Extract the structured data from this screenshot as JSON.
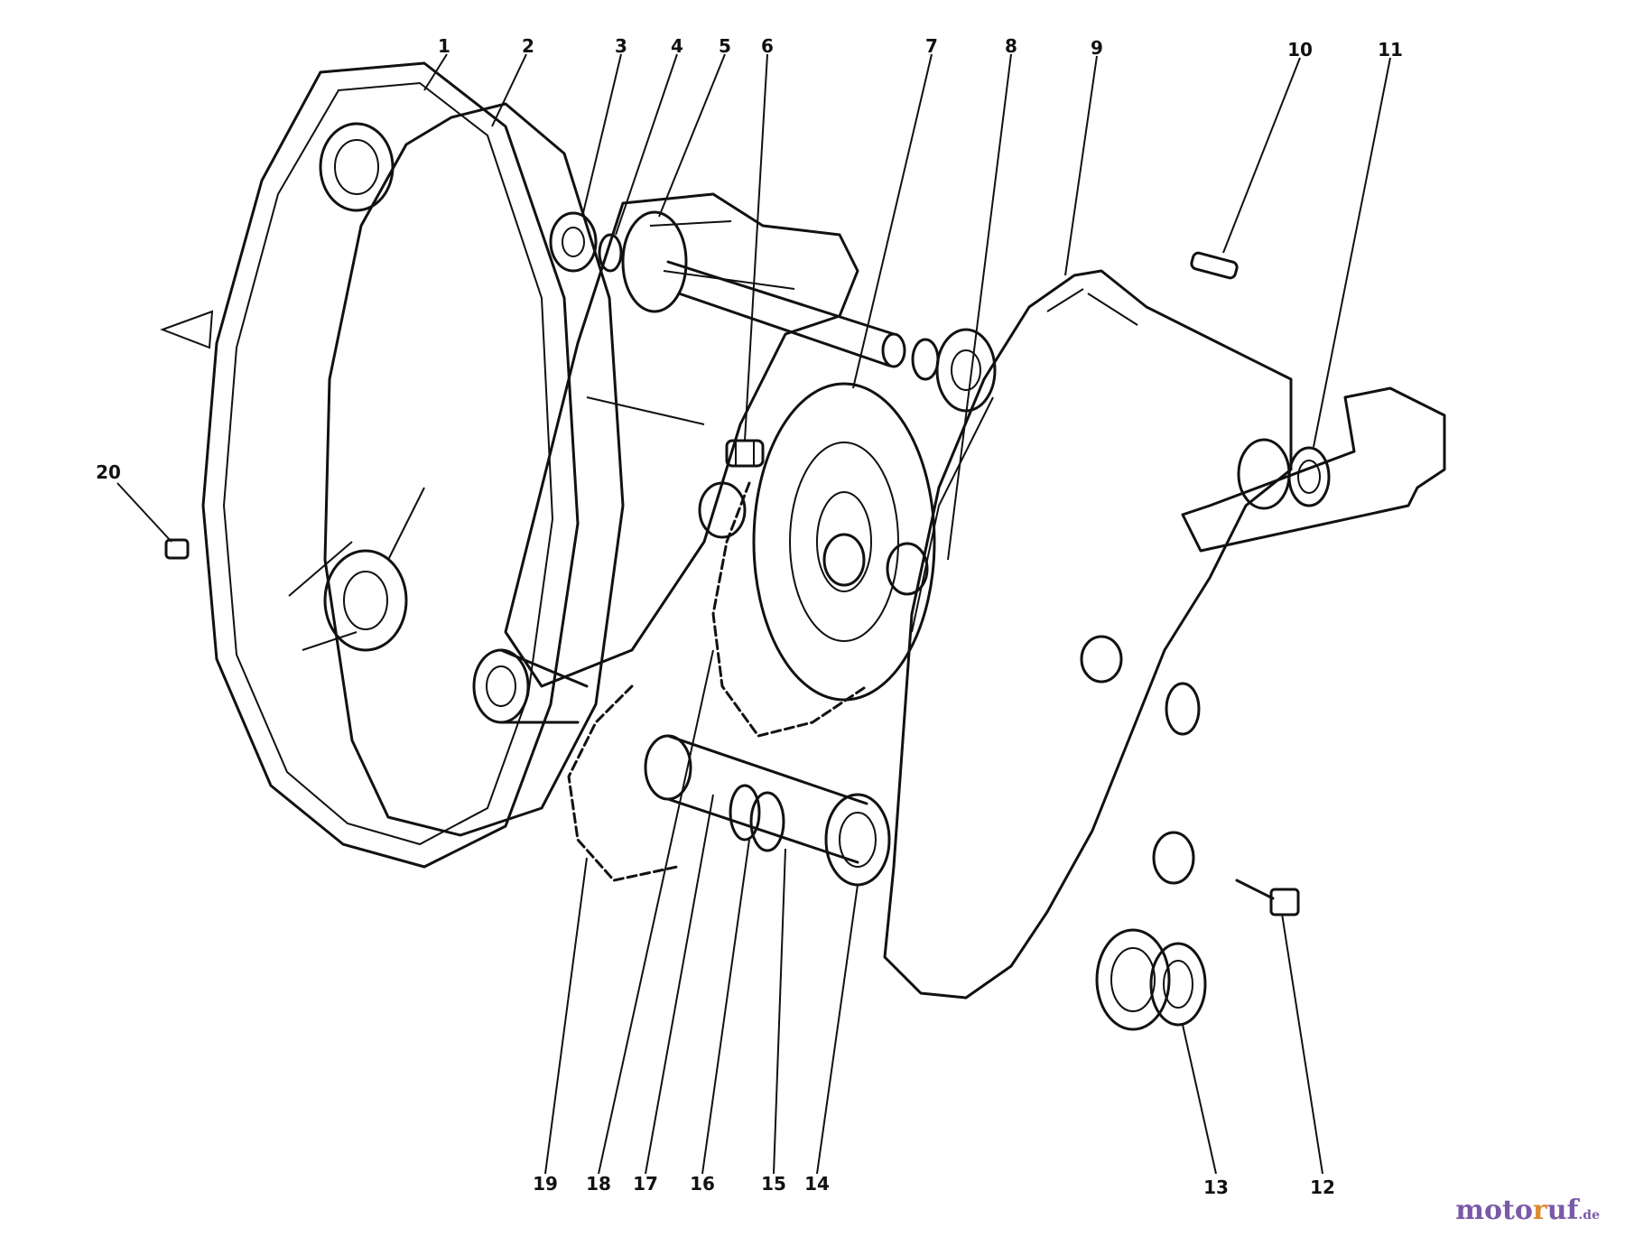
{
  "callouts": [
    {
      "id": "1",
      "label": "1"
    },
    {
      "id": "2",
      "label": "2"
    },
    {
      "id": "3",
      "label": "3"
    },
    {
      "id": "4",
      "label": "4"
    },
    {
      "id": "5",
      "label": "5"
    },
    {
      "id": "6",
      "label": "6"
    },
    {
      "id": "7",
      "label": "7"
    },
    {
      "id": "8",
      "label": "8"
    },
    {
      "id": "9",
      "label": "9"
    },
    {
      "id": "10",
      "label": "10"
    },
    {
      "id": "11",
      "label": "11"
    },
    {
      "id": "12",
      "label": "12"
    },
    {
      "id": "13",
      "label": "13"
    },
    {
      "id": "14",
      "label": "14"
    },
    {
      "id": "15",
      "label": "15"
    },
    {
      "id": "16",
      "label": "16"
    },
    {
      "id": "17",
      "label": "17"
    },
    {
      "id": "18",
      "label": "18"
    },
    {
      "id": "19",
      "label": "19"
    },
    {
      "id": "20",
      "label": "20"
    }
  ],
  "watermark": {
    "part_a": "moto",
    "part_b": "r",
    "part_c": "uf",
    "tld": ".de"
  }
}
